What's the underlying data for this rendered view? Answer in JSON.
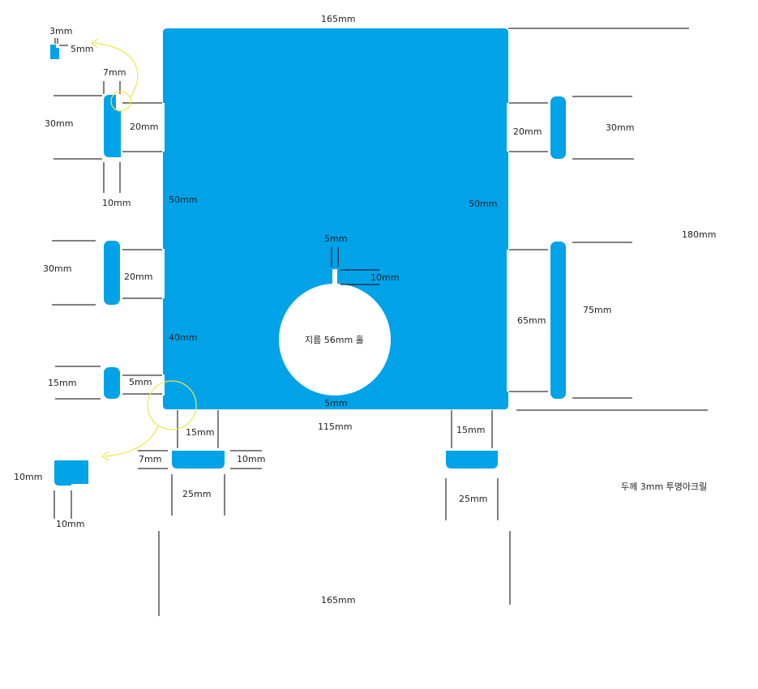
{
  "colors": {
    "panel": "#00a2e8",
    "line": "#000000",
    "highlight": "#f2e64b"
  },
  "dimensions": {
    "top_width": "165mm",
    "tiny_a": "3mm",
    "tiny_b": "5mm",
    "left_tab_top_width": "7mm",
    "left_tab1_height": "30mm",
    "left_notch1": "20mm",
    "left_tab_bottom_width": "10mm",
    "left_span_upper": "50mm",
    "right_span_upper": "50mm",
    "right_notch1": "20mm",
    "right_tab1_height": "30mm",
    "overall_height": "180mm",
    "slot_width": "5mm",
    "slot_depth": "10mm",
    "hole_label": "지름 56mm 홀",
    "left_tab2_height": "30mm",
    "left_notch2": "20mm",
    "left_span_lower": "40mm",
    "right_notch2": "65mm",
    "right_tab2_height": "75mm",
    "left_tab3_height": "15mm",
    "left_notch3": "5mm",
    "hole_bottom_gap": "5mm",
    "bottom_inner": "115mm",
    "bottom_left_notch": "15mm",
    "bottom_right_notch": "15mm",
    "corner_detail_height": "10mm",
    "corner_detail_width": "10mm",
    "foot_left_offset": "7mm",
    "foot_right_offset": "10mm",
    "foot_left_width": "25mm",
    "foot_right_width": "25mm",
    "bottom_overall": "165mm",
    "material_note": "두께 3mm 투명아크릴"
  }
}
